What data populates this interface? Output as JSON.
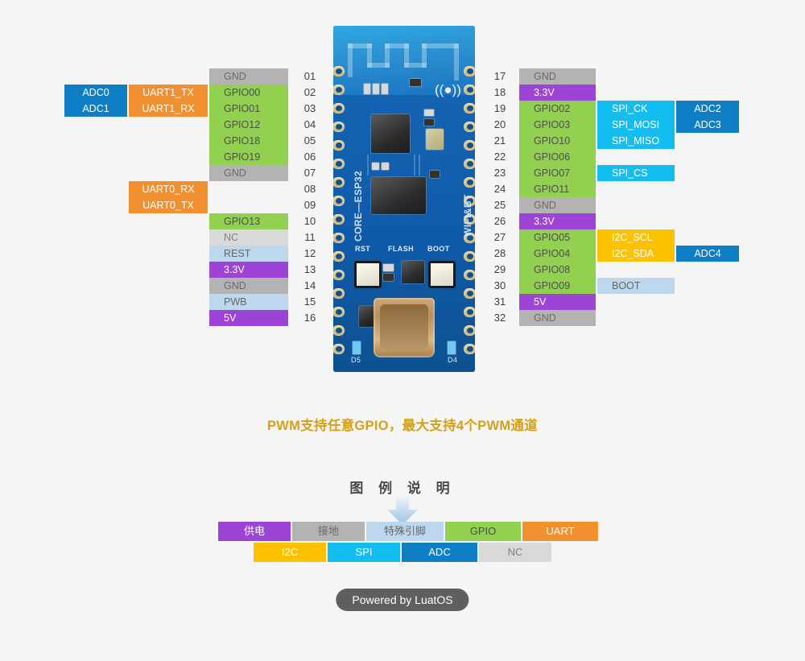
{
  "page": {
    "background": "#f5f5f5",
    "board_silk": [
      "CORE—ESP32",
      "WIFI&BT",
      "RST",
      "FLASH",
      "BOOT",
      "D5",
      "D4"
    ]
  },
  "colors": {
    "power": "#9d43d6",
    "gnd": "#b3b3b3",
    "special": "#bdd7ee",
    "gpio": "#92d050",
    "uart": "#f0902f",
    "i2c": "#fcc200",
    "spi": "#12bdf0",
    "adc": "#0e7fc4",
    "nc": "#d9d9d9",
    "pwm_note": "#d4a017",
    "footer_bg": "#5f5f5f"
  },
  "left_pins": [
    {
      "num": "01",
      "gpio": "GND",
      "gpio_type": "gnd",
      "uart": "",
      "adc": ""
    },
    {
      "num": "02",
      "gpio": "GPIO00",
      "gpio_type": "gpio",
      "uart": "UART1_TX",
      "adc": "ADC0"
    },
    {
      "num": "03",
      "gpio": "GPIO01",
      "gpio_type": "gpio",
      "uart": "UART1_RX",
      "adc": "ADC1"
    },
    {
      "num": "04",
      "gpio": "GPIO12",
      "gpio_type": "gpio",
      "uart": "",
      "adc": ""
    },
    {
      "num": "05",
      "gpio": "GPIO18",
      "gpio_type": "gpio",
      "uart": "",
      "adc": ""
    },
    {
      "num": "06",
      "gpio": "GPIO19",
      "gpio_type": "gpio",
      "uart": "",
      "adc": ""
    },
    {
      "num": "07",
      "gpio": "GND",
      "gpio_type": "gnd",
      "uart": "",
      "adc": ""
    },
    {
      "num": "08",
      "gpio": "",
      "gpio_type": "",
      "uart": "UART0_RX",
      "adc": ""
    },
    {
      "num": "09",
      "gpio": "",
      "gpio_type": "",
      "uart": "UART0_TX",
      "adc": ""
    },
    {
      "num": "10",
      "gpio": "GPIO13",
      "gpio_type": "gpio",
      "uart": "",
      "adc": ""
    },
    {
      "num": "11",
      "gpio": "NC",
      "gpio_type": "nc",
      "uart": "",
      "adc": ""
    },
    {
      "num": "12",
      "gpio": "REST",
      "gpio_type": "special",
      "uart": "",
      "adc": ""
    },
    {
      "num": "13",
      "gpio": "3.3V",
      "gpio_type": "power",
      "uart": "",
      "adc": ""
    },
    {
      "num": "14",
      "gpio": "GND",
      "gpio_type": "gnd",
      "uart": "",
      "adc": ""
    },
    {
      "num": "15",
      "gpio": "PWB",
      "gpio_type": "special",
      "uart": "",
      "adc": ""
    },
    {
      "num": "16",
      "gpio": "5V",
      "gpio_type": "power",
      "uart": "",
      "adc": ""
    }
  ],
  "right_pins": [
    {
      "num": "17",
      "gpio": "GND",
      "gpio_type": "gnd",
      "fn": "",
      "fn_type": "",
      "adc": ""
    },
    {
      "num": "18",
      "gpio": "3.3V",
      "gpio_type": "power",
      "fn": "",
      "fn_type": "",
      "adc": ""
    },
    {
      "num": "19",
      "gpio": "GPIO02",
      "gpio_type": "gpio",
      "fn": "SPI_CK",
      "fn_type": "spi",
      "adc": "ADC2"
    },
    {
      "num": "20",
      "gpio": "GPIO03",
      "gpio_type": "gpio",
      "fn": "SPI_MOSI",
      "fn_type": "spi",
      "adc": "ADC3"
    },
    {
      "num": "21",
      "gpio": "GPIO10",
      "gpio_type": "gpio",
      "fn": "SPI_MISO",
      "fn_type": "spi",
      "adc": ""
    },
    {
      "num": "22",
      "gpio": "GPIO06",
      "gpio_type": "gpio",
      "fn": "",
      "fn_type": "",
      "adc": ""
    },
    {
      "num": "23",
      "gpio": "GPIO07",
      "gpio_type": "gpio",
      "fn": "SPI_CS",
      "fn_type": "spi",
      "adc": ""
    },
    {
      "num": "24",
      "gpio": "GPIO11",
      "gpio_type": "gpio",
      "fn": "",
      "fn_type": "",
      "adc": ""
    },
    {
      "num": "25",
      "gpio": "GND",
      "gpio_type": "gnd",
      "fn": "",
      "fn_type": "",
      "adc": ""
    },
    {
      "num": "26",
      "gpio": "3.3V",
      "gpio_type": "power",
      "fn": "",
      "fn_type": "",
      "adc": ""
    },
    {
      "num": "27",
      "gpio": "GPIO05",
      "gpio_type": "gpio",
      "fn": "I2C_SCL",
      "fn_type": "i2c",
      "adc": ""
    },
    {
      "num": "28",
      "gpio": "GPIO04",
      "gpio_type": "gpio",
      "fn": "I2C_SDA",
      "fn_type": "i2c",
      "adc": "ADC4"
    },
    {
      "num": "29",
      "gpio": "GPIO08",
      "gpio_type": "gpio",
      "fn": "",
      "fn_type": "",
      "adc": ""
    },
    {
      "num": "30",
      "gpio": "GPIO09",
      "gpio_type": "gpio",
      "fn": "BOOT",
      "fn_type": "special",
      "adc": ""
    },
    {
      "num": "31",
      "gpio": "5V",
      "gpio_type": "power",
      "fn": "",
      "fn_type": "",
      "adc": ""
    },
    {
      "num": "32",
      "gpio": "GND",
      "gpio_type": "gnd",
      "fn": "",
      "fn_type": "",
      "adc": ""
    }
  ],
  "pwm_note": "PWM支持任意GPIO，最大支持4个PWM通道",
  "legend": {
    "title": "图 例 说 明",
    "arrow_icon": "down-arrow-icon",
    "row1": [
      {
        "label": "供电",
        "type": "power"
      },
      {
        "label": "接地",
        "type": "gnd"
      },
      {
        "label": "特殊引脚",
        "type": "special"
      },
      {
        "label": "GPIO",
        "type": "gpio"
      },
      {
        "label": "UART",
        "type": "uart"
      }
    ],
    "row2": [
      {
        "label": "I2C",
        "type": "i2c"
      },
      {
        "label": "SPI",
        "type": "spi"
      },
      {
        "label": "ADC",
        "type": "adc"
      },
      {
        "label": "NC",
        "type": "nc"
      }
    ]
  },
  "footer": {
    "label": "Powered by LuatOS"
  }
}
